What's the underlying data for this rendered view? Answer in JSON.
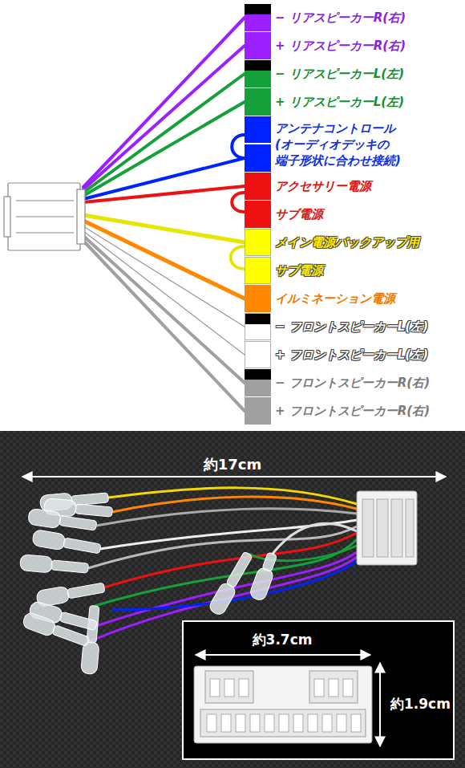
{
  "diagram": {
    "legend": [
      {
        "text": "− リアスピーカーR(右)",
        "color": "#9b1fff"
      },
      {
        "text": "+ リアスピーカーR(右)",
        "color": "#9b1fff"
      },
      {
        "text": "− リアスピーカーL(左)",
        "color": "#16a03a"
      },
      {
        "text": "+ リアスピーカーL(左)",
        "color": "#16a03a"
      },
      {
        "text": "アンテナコントロール (オーディオデッキの 端子形状に合わせ接続)",
        "color": "#0022ff"
      },
      {
        "text": "アクセサリー電源",
        "color": "#ee1111"
      },
      {
        "text": "サブ電源",
        "color": "#ee1111"
      },
      {
        "text": "メイン電源バックアップ用",
        "color": "#ffff00"
      },
      {
        "text": "サブ電源",
        "color": "#ffff00"
      },
      {
        "text": "イルミネーション電源",
        "color": "#ff8800"
      },
      {
        "text": "− フロントスピーカーL(左)",
        "color": "#ffffff"
      },
      {
        "text": "+ フロントスピーカーL(左)",
        "color": "#ffffff"
      },
      {
        "text": "− フロントスピーカーR(右)",
        "color": "#a0a0a0"
      },
      {
        "text": "+ フロントスピーカーR(右)",
        "color": "#a0a0a0"
      }
    ],
    "labels": [
      "約17cm",
      "約3.7cm",
      "約1.9cm"
    ]
  }
}
